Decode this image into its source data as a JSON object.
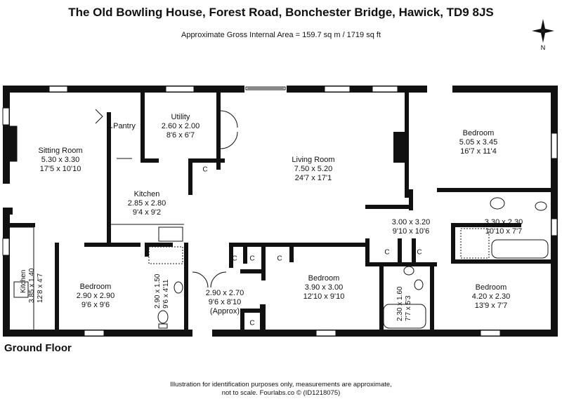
{
  "header": {
    "title": "The Old Bowling House, Forest Road, Bonchester Bridge, Hawick, TD9 8JS",
    "area": "Approximate Gross Internal Area = 159.7 sq m / 1719 sq ft"
  },
  "compass": {
    "label": "N"
  },
  "rooms": {
    "sitting": {
      "name": "Sitting Room",
      "m": "5.30 x 3.30",
      "ft": "17'5 x 10'10"
    },
    "pantry": {
      "name": "Pantry"
    },
    "utility": {
      "name": "Utility",
      "m": "2.60 x 2.00",
      "ft": "8'6 x 6'7"
    },
    "living": {
      "name": "Living Room",
      "m": "7.50 x 5.20",
      "ft": "24'7 x 17'1"
    },
    "bed_ne": {
      "name": "Bedroom",
      "m": "5.05 x 3.45",
      "ft": "16'7 x 11'4"
    },
    "kitchen": {
      "name": "Kitchen",
      "m": "2.85 x 2.80",
      "ft": "9'4 x 9'2"
    },
    "hall_e": {
      "m": "3.00 x 3.20",
      "ft": "9'10 x 10'6"
    },
    "bath_ne": {
      "m": "3.30 x 2.30",
      "ft": "10'10 x 7'7"
    },
    "kitchen_w": {
      "name": "Kitchen",
      "m": "3.85 x 1.40",
      "ft": "12'8 x 4'7"
    },
    "bed_sw": {
      "name": "Bedroom",
      "m": "2.90 x 2.90",
      "ft": "9'6 x 9'6"
    },
    "shower_s": {
      "m": "2.90 x 1.50",
      "ft": "9'6 x 4'11"
    },
    "hall_s": {
      "m": "2.90 x 2.70",
      "ft": "9'6 x 8'10",
      "note": "(Approx)"
    },
    "bed_s": {
      "name": "Bedroom",
      "m": "3.90 x 3.00",
      "ft": "12'10 x 9'10"
    },
    "bath_s": {
      "m": "2.30 x 1.60",
      "ft": "7'7 x 5'3"
    },
    "bed_se": {
      "name": "Bedroom",
      "m": "4.20 x 2.30",
      "ft": "13'9 x 7'7"
    }
  },
  "cupboard_label": "C",
  "floor_label": "Ground Floor",
  "disclaimer": {
    "line1": "Illustration for identification purposes only, measurements are approximate,",
    "line2": "not to scale. Fourlabs.co © (ID1218075)"
  }
}
